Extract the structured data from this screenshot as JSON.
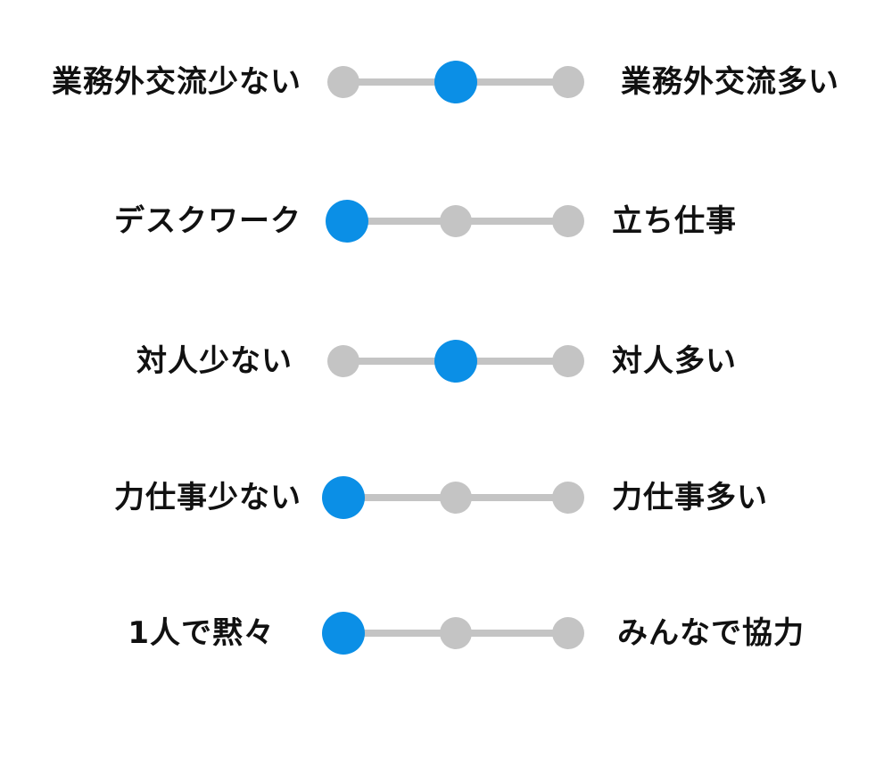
{
  "colors": {
    "track": "#c4c4c4",
    "dot": "#c4c4c4",
    "selected": "#0b8fe6",
    "text": "#111111"
  },
  "scales": [
    {
      "left_label": "業務外交流少ない",
      "right_label": "業務外交流多い",
      "positions": 3,
      "selected_index": 1
    },
    {
      "left_label": "デスクワーク",
      "right_label": "立ち仕事",
      "positions": 3,
      "selected_index": 0
    },
    {
      "left_label": "対人少ない",
      "right_label": "対人多い",
      "positions": 3,
      "selected_index": 1
    },
    {
      "left_label": "力仕事少ない",
      "right_label": "力仕事多い",
      "positions": 3,
      "selected_index": 0
    },
    {
      "left_label": "1人で黙々",
      "right_label": "みんなで協力",
      "positions": 3,
      "selected_index": 0
    }
  ]
}
